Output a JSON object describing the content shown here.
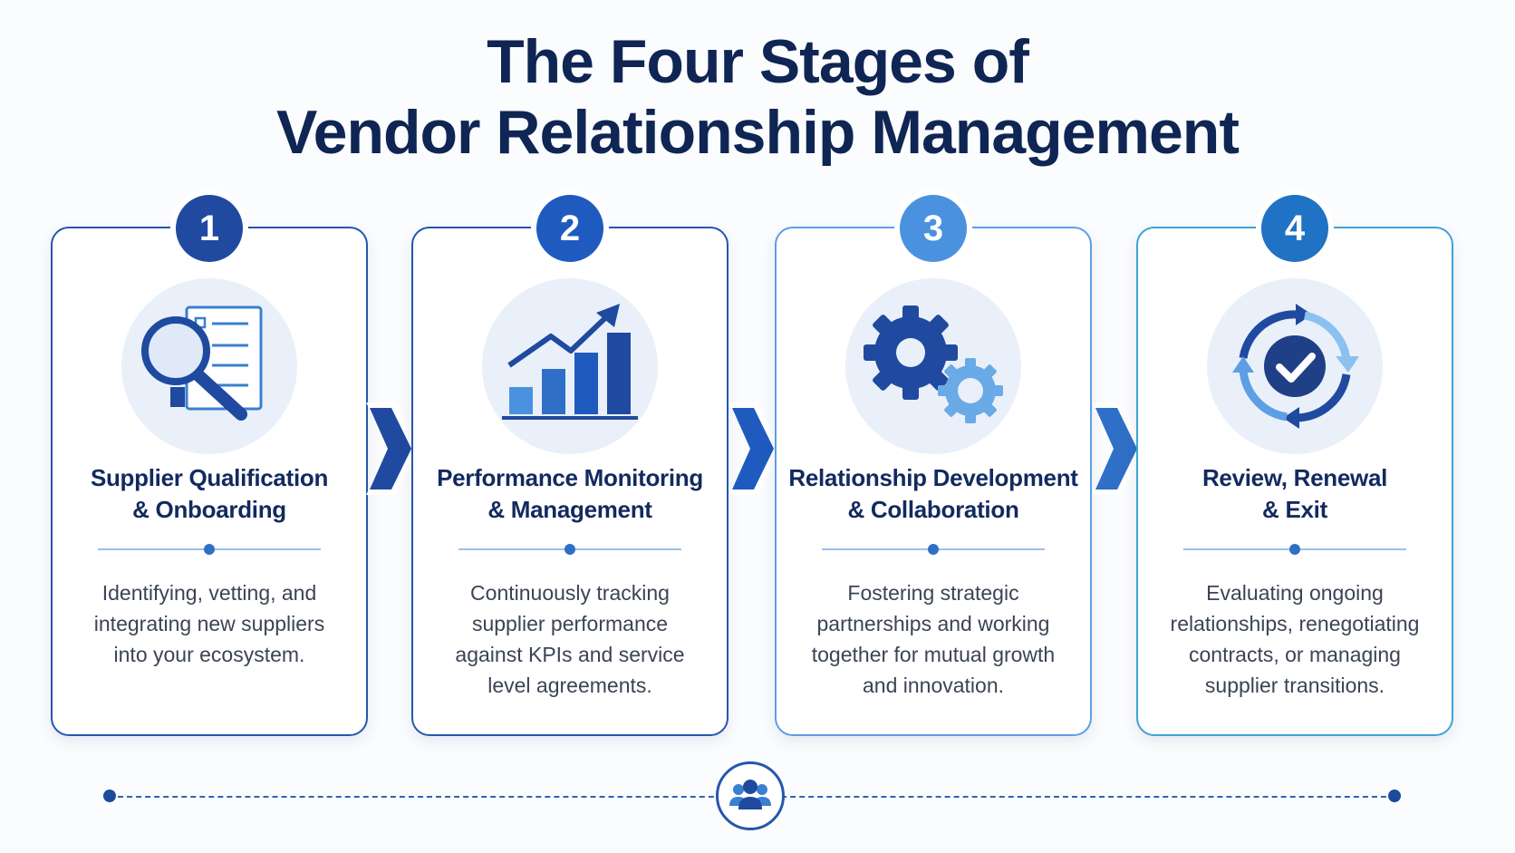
{
  "title": {
    "line1": "The Four Stages of",
    "line2": "Vendor Relationship Management"
  },
  "colors": {
    "navy": "#0f2553",
    "stage1": "#1f4aa0",
    "stage2": "#1f5bbf",
    "stage3": "#4a92df",
    "stage4": "#1f72c4",
    "light_blue": "#eaf0f9"
  },
  "stages": [
    {
      "number": "1",
      "icon": "magnifier-checklist-icon",
      "title_line1": "Supplier Qualification",
      "title_line2": "& Onboarding",
      "desc_line1": "Identifying, vetting, and",
      "desc_line2": "integrating new suppliers",
      "desc_line3": "into your ecosystem.",
      "desc_line4": ""
    },
    {
      "number": "2",
      "icon": "growth-chart-icon",
      "title_line1": "Performance Monitoring",
      "title_line2": "& Management",
      "desc_line1": "Continuously tracking",
      "desc_line2": "supplier performance",
      "desc_line3": "against KPIs and service",
      "desc_line4": "level agreements."
    },
    {
      "number": "3",
      "icon": "gears-icon",
      "title_line1": "Relationship Development",
      "title_line2": "& Collaboration",
      "desc_line1": "Fostering strategic",
      "desc_line2": "partnerships and working",
      "desc_line3": "together for mutual growth",
      "desc_line4": "and innovation."
    },
    {
      "number": "4",
      "icon": "cycle-check-icon",
      "title_line1": "Review, Renewal",
      "title_line2": "& Exit",
      "desc_line1": "Evaluating ongoing",
      "desc_line2": "relationships, renegotiating",
      "desc_line3": "contracts, or managing",
      "desc_line4": "supplier transitions."
    }
  ],
  "footer_icon": "team-icon"
}
